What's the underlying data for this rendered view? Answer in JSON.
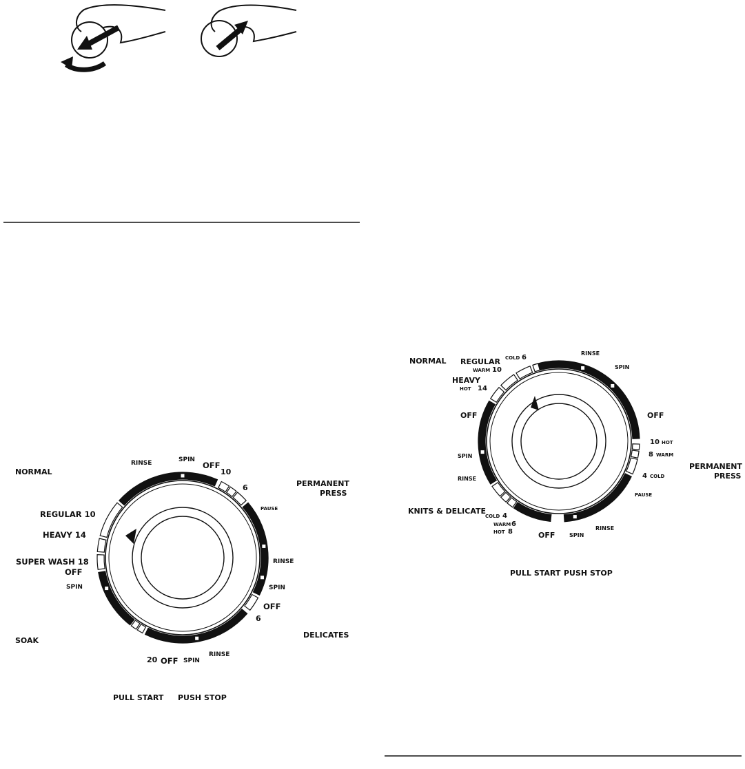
{
  "dial1": {
    "cycles": {
      "normal": "NORMAL",
      "permanent_press": "PERMANENT",
      "permanent_press_2": "PRESS",
      "delicates": "DELICATES",
      "soak": "SOAK"
    },
    "normal_settings": {
      "regular": "REGULAR 10",
      "heavy": "HEAVY 14",
      "super_wash": "SUPER WASH 18"
    },
    "phases": {
      "rinse_top": "RINSE",
      "spin_top": "SPIN",
      "off_top": "OFF",
      "num_10": "10",
      "num_6": "6",
      "pause": "PAUSE",
      "rinse_right": "RINSE",
      "spin_right": "SPIN",
      "off_right": "OFF",
      "num_6_right": "6",
      "rinse_bottom": "RINSE",
      "spin_bottom": "SPIN",
      "off_bottom": "OFF",
      "num_20": "20",
      "off_left": "OFF",
      "spin_left": "SPIN"
    },
    "controls": {
      "pull_start": "PULL START",
      "push_stop": "PUSH STOP"
    }
  },
  "dial2": {
    "cycles": {
      "normal": "NORMAL",
      "permanent_press": "PERMANENT",
      "permanent_press_2": "PRESS",
      "knits_delicate": "KNITS & DELICATE"
    },
    "normal_settings": {
      "regular": "REGULAR",
      "warm": "WARM",
      "num_10": "10",
      "cold": "COLD",
      "num_6": "6",
      "heavy": "HEAVY",
      "hot": "HOT",
      "num_14": "14"
    },
    "phases": {
      "rinse_top": "RINSE",
      "spin_top": "SPIN",
      "off_right": "OFF",
      "off_left": "OFF",
      "spin_left": "SPIN",
      "rinse_left": "RINSE",
      "pause": "PAUSE",
      "rinse_bottom": "RINSE",
      "spin_bottom": "SPIN",
      "off_bottom": "OFF"
    },
    "permanent_settings": {
      "n10": "10",
      "hot": "HOT",
      "n8": "8",
      "warm": "WARM",
      "n4": "4",
      "cold": "COLD"
    },
    "knits_settings": {
      "cold": "COLD",
      "n4": "4",
      "warm": "WARM",
      "n6": "6",
      "hot": "HOT",
      "n8": "8"
    },
    "controls": {
      "pull_start": "PULL START",
      "push_stop": "PUSH STOP"
    }
  }
}
